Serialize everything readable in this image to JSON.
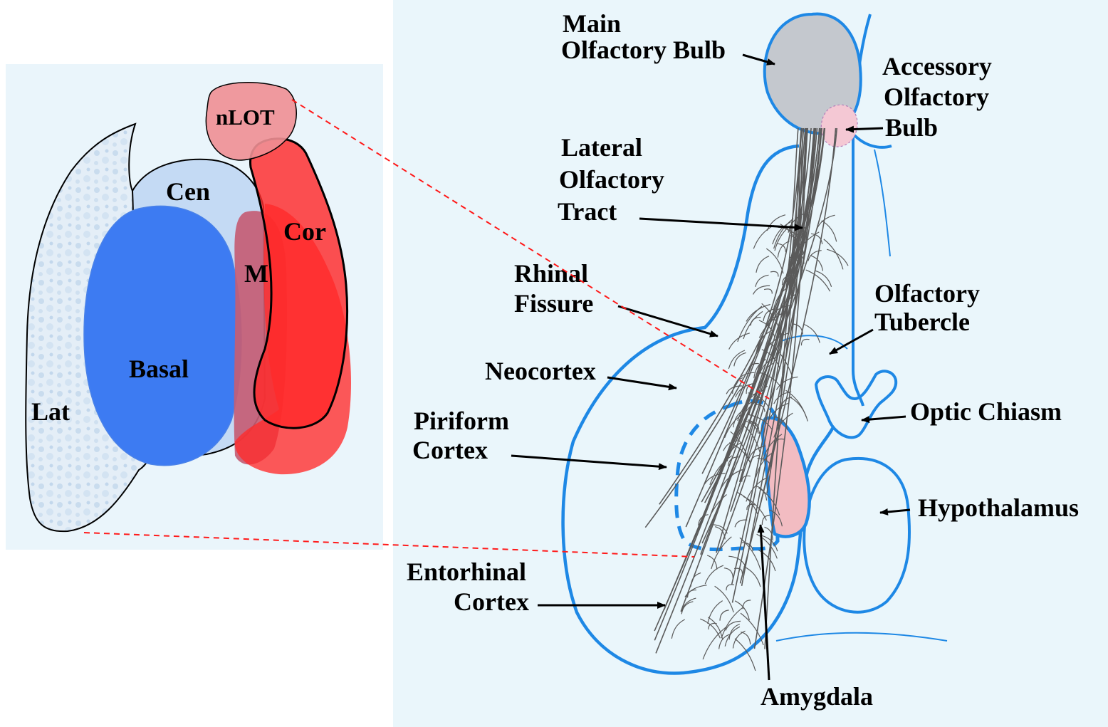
{
  "colors": {
    "background_left": "#eaf5fb",
    "background_right": "#eaf6fb",
    "outline_blue": "#1e88e5",
    "lat_fill": "#e4eef7",
    "cen_fill": "#c4daf4",
    "basal_fill": "#3d7bf2",
    "m_fill": "#c45d74",
    "cor_fill": "#ff2a2a",
    "nlot_fill": "#ef8f94",
    "olfactory_bulb_fill": "#c4c8ce",
    "accessory_bulb_fill": "#f4c8d4",
    "amygdala_inner_fill": "#f2bcc2",
    "fiber_color": "#5a5a5a",
    "guide_line": "#ff1a1a"
  },
  "nuclei_panel": {
    "labels": {
      "nlot": "nLOT",
      "cen": "Cen",
      "cor": "Cor",
      "m": "M",
      "basal": "Basal",
      "lat": "Lat"
    }
  },
  "brain_panel": {
    "labels": {
      "main_bulb_line1": "Main",
      "main_bulb_line2": "Olfactory Bulb",
      "accessory_line1": "Accessory",
      "accessory_line2": "Olfactory",
      "accessory_line3": "Bulb",
      "lot_line1": "Lateral",
      "lot_line2": "Olfactory",
      "lot_line3": "Tract",
      "rhinal_line1": "Rhinal",
      "rhinal_line2": "Fissure",
      "tubercle_line1": "Olfactory",
      "tubercle_line2": "Tubercle",
      "neocortex": "Neocortex",
      "optic_chiasm": "Optic Chiasm",
      "piriform_line1": "Piriform",
      "piriform_line2": "Cortex",
      "hypothalamus": "Hypothalamus",
      "entorhinal_line1": "Entorhinal",
      "entorhinal_line2": "Cortex",
      "amygdala": "Amygdala"
    }
  }
}
